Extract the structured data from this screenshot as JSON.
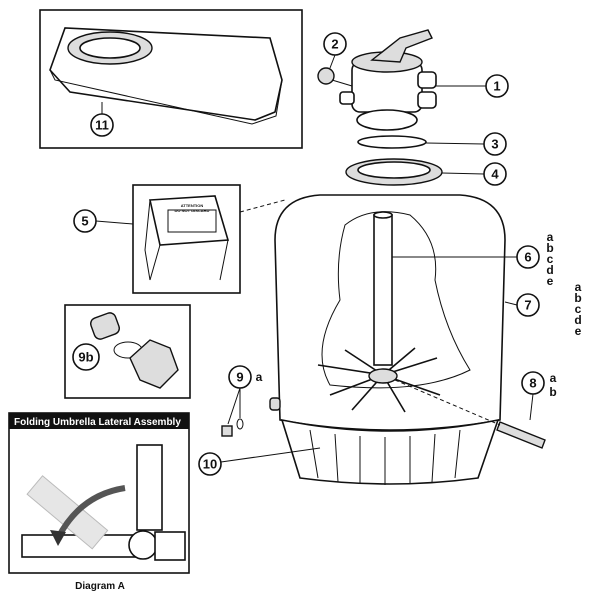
{
  "diagram": {
    "callouts": {
      "c1": "1",
      "c2": "2",
      "c3": "3",
      "c4": "4",
      "c5": "5",
      "c6": "6",
      "c7": "7",
      "c8": "8",
      "c9": "9",
      "c9b": "9b",
      "c10": "10",
      "c11": "11"
    },
    "variants": {
      "p6": [
        "a",
        "b",
        "c",
        "d",
        "e"
      ],
      "p7": [
        "a",
        "b",
        "c",
        "d",
        "e"
      ],
      "p8": [
        "a",
        "b"
      ],
      "p9": "a"
    },
    "tag_text": {
      "line1": "ATTENTION",
      "line2": "DO NOT DISCARD"
    },
    "inset": {
      "title": "Folding Umbrella Lateral Assembly",
      "caption": "Diagram A"
    }
  }
}
